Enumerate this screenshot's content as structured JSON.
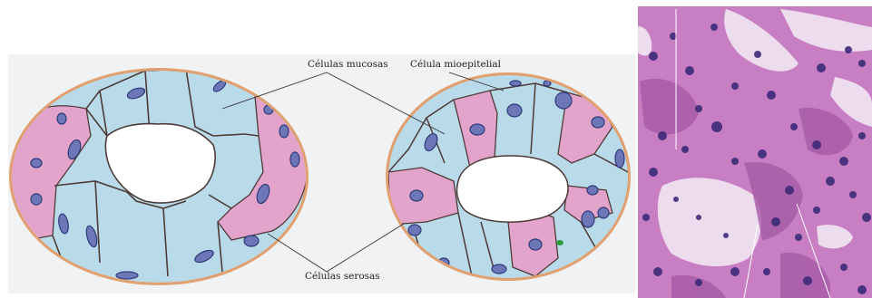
{
  "labels": {
    "mucous_cells": "Células mucosas",
    "myoepithelial_cell": "Célula mioepitelial",
    "serous_cells": "Células serosas"
  },
  "colors": {
    "background_panel": "#f1f2f3",
    "mucous_cell": "#b9dbe9",
    "serous_cell": "#e3a4cb",
    "nucleus": "#6d77b8",
    "nucleus_outline": "#2f3a7a",
    "cell_border": "#4e3a36",
    "basal_lamina": "#e0a070",
    "micrograph_stain": "#c87ec2"
  }
}
